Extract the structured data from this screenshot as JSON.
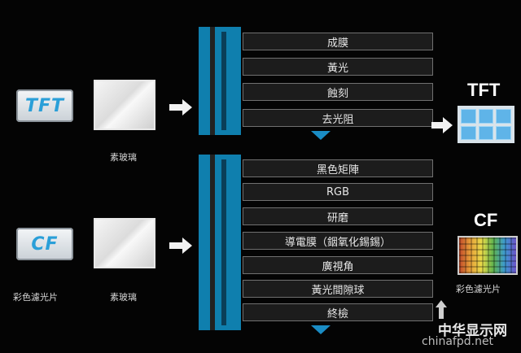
{
  "tft_section": {
    "badge": "TFT",
    "glass_label": "素玻璃",
    "steps": [
      "成膜",
      "黃光",
      "蝕刻",
      "去光阻"
    ],
    "output_label": "TFT"
  },
  "cf_section": {
    "badge": "CF",
    "badge_label": "彩色濾光片",
    "glass_label": "素玻璃",
    "steps": [
      "黑色矩陣",
      "RGB",
      "研磨",
      "導電膜（銦氧化錫錫）",
      "廣視角",
      "黃光間隙球",
      "終檢"
    ],
    "output_label": "CF",
    "output_caption": "彩色濾光片"
  },
  "watermark": {
    "cn": "中华显示网",
    "url": "chinafpd.net"
  },
  "colors": {
    "accent_blue": "#0f7fae",
    "badge_text": "#2a9fd8"
  }
}
